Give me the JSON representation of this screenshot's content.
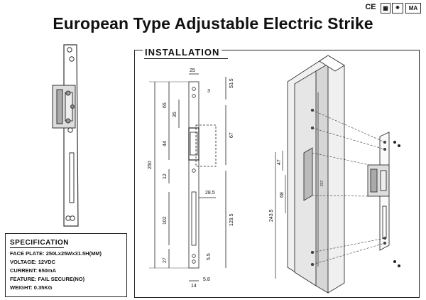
{
  "title": "European Type Adjustable Electric Strike",
  "certifications": [
    "CE",
    "MA"
  ],
  "installation": {
    "heading": "INSTALLATION",
    "front_dims": {
      "width_top": "25",
      "offset_3": "3",
      "top_53_5": "53.5",
      "left_65": "65",
      "left_35": "35",
      "right_67": "67",
      "left_44": "44",
      "total_250": "250",
      "left_12": "12",
      "depth_28_5": "28.5",
      "left_102": "102",
      "right_129_5": "129.5",
      "left_27": "27",
      "hole_5_5": "5.5",
      "hole_5_8": "5.8",
      "bottom_14": "14"
    },
    "iso_dims": {
      "d47": "47",
      "d68": "68",
      "d243_5": "243.5",
      "d217": "217"
    }
  },
  "specification": {
    "heading": "SPECIFICATION",
    "lines": [
      "FACE PLATE: 250Lx25Wx31.5H(MM)",
      "VOLTAGE: 12VDC",
      "CURRENT: 650mA",
      "FEATURE: FAIL SECURE(NO)",
      "WEIGHT: 0.35KG"
    ]
  }
}
